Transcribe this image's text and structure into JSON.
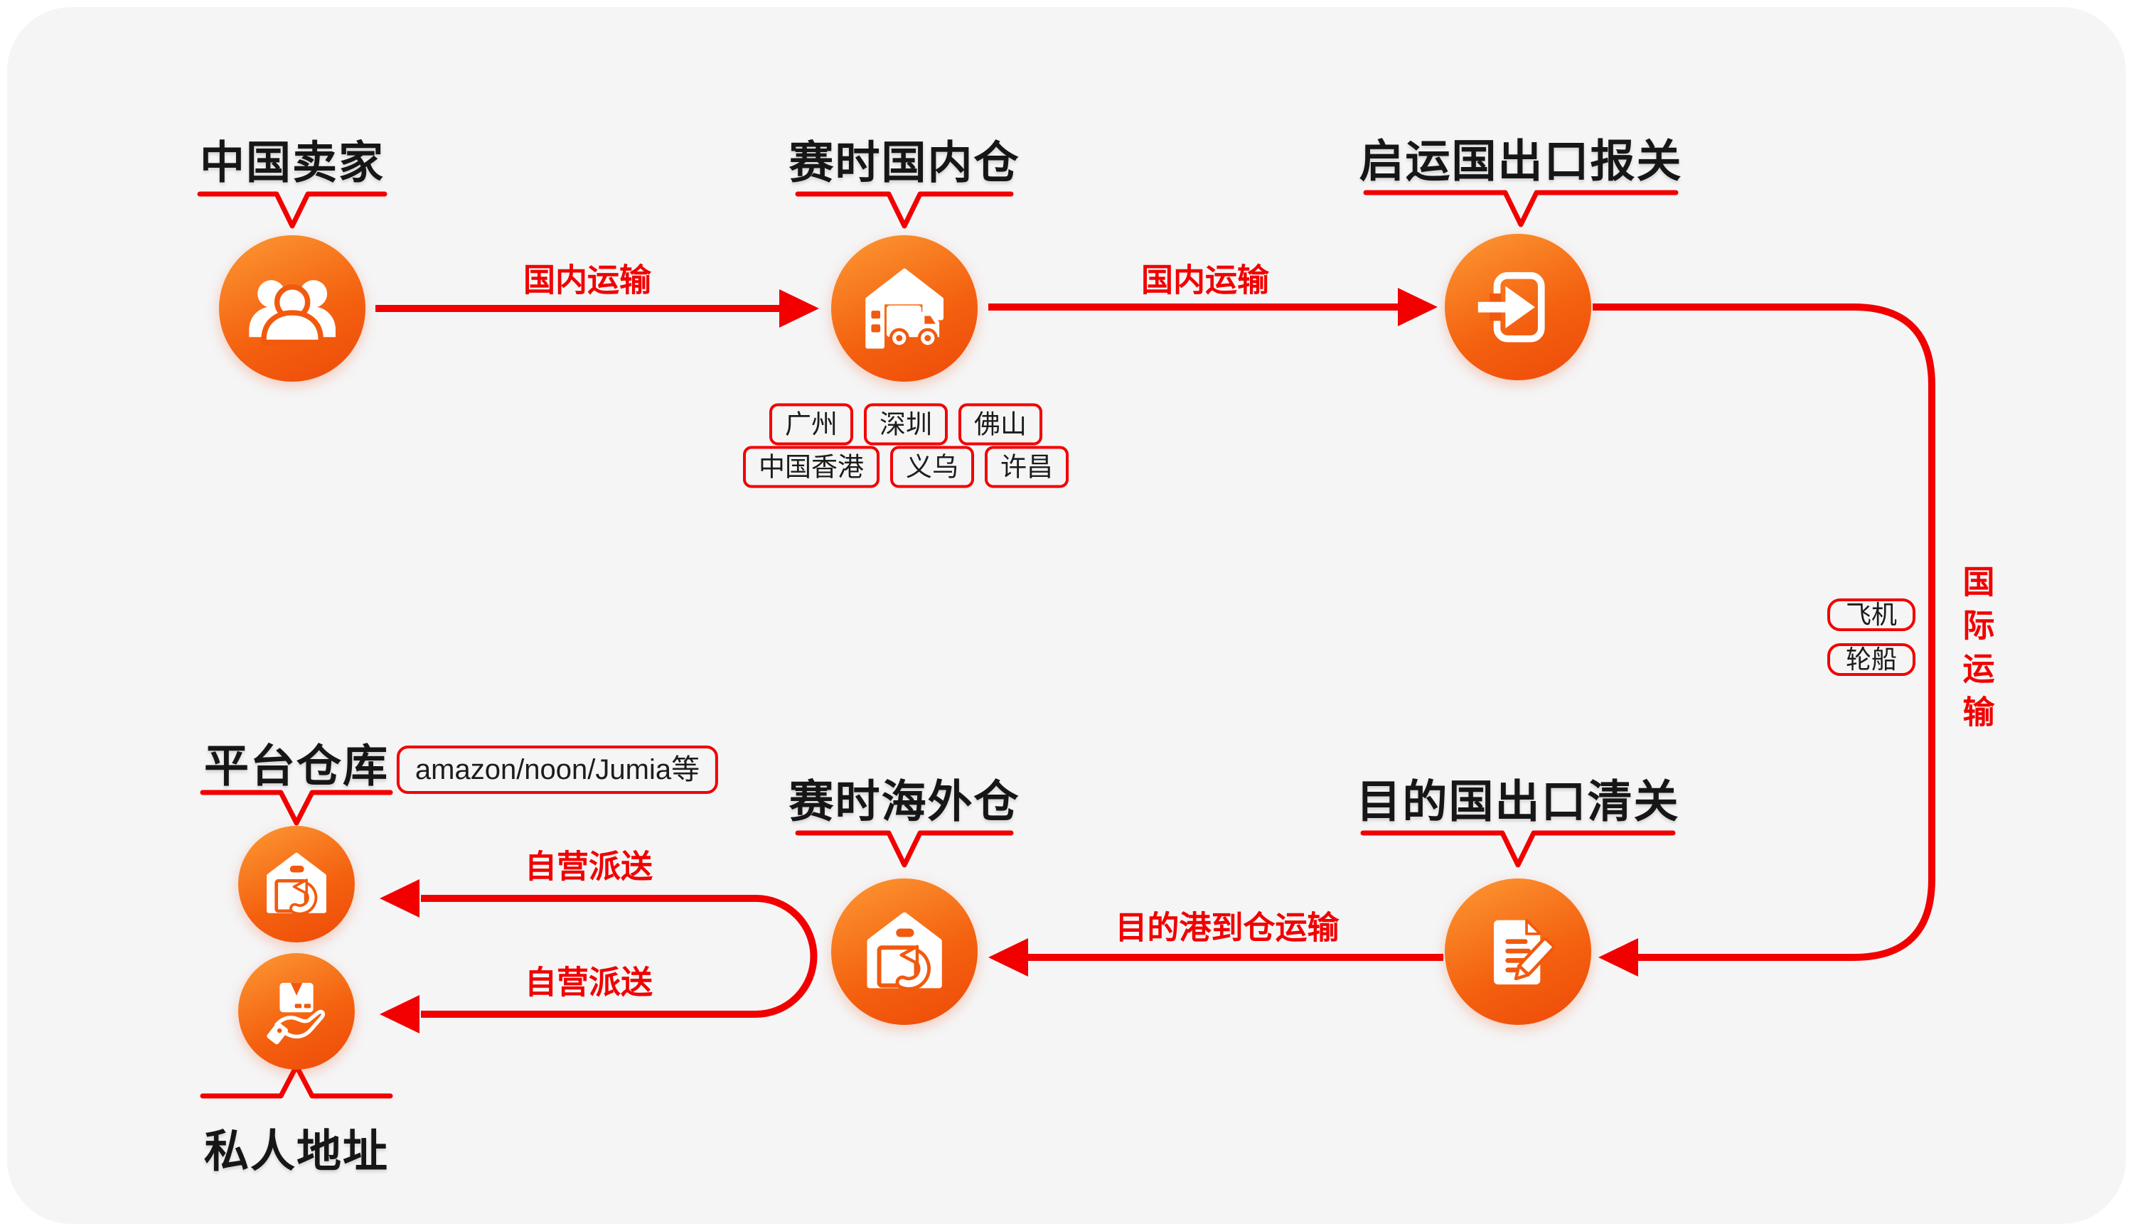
{
  "diagram": {
    "type": "logistics-flowchart",
    "nodes": {
      "seller": {
        "title": "中国卖家",
        "icon": "people-group"
      },
      "domestic_warehouse": {
        "title": "赛时国内仓",
        "icon": "warehouse-truck",
        "cities_row1": [
          "广州",
          "深圳",
          "佛山"
        ],
        "cities_row2": [
          "中国香港",
          "义乌",
          "许昌"
        ]
      },
      "export_customs": {
        "title": "启运国出口报关",
        "icon": "exit-door-arrow"
      },
      "import_clearance": {
        "title": "目的国出口清关",
        "icon": "document-pen"
      },
      "overseas_warehouse": {
        "title": "赛时海外仓",
        "icon": "warehouse-return"
      },
      "platform_warehouse": {
        "title": "平台仓库",
        "tag": "amazon/noon/Jumia等",
        "icon": "warehouse-return"
      },
      "private_address": {
        "title": "私人地址",
        "icon": "hand-box"
      }
    },
    "edges": {
      "seller_to_domestic": "国内运输",
      "domestic_to_customs": "国内运输",
      "international_transport": "国际运输",
      "transport_modes": [
        "飞机",
        "轮船"
      ],
      "port_to_overseas": "目的港到仓运输",
      "overseas_to_platform": "自营派送",
      "overseas_to_private": "自营派送"
    },
    "colors": {
      "red": "#f20000",
      "orange_light": "#fc9733",
      "orange_deep": "#ee4a09",
      "icon_accent": "#f15a0e",
      "title_text": "#161616",
      "tag_text": "#1c1c1c",
      "card_bg": "#f5f5f6",
      "page_bg": "#ffffff"
    }
  }
}
